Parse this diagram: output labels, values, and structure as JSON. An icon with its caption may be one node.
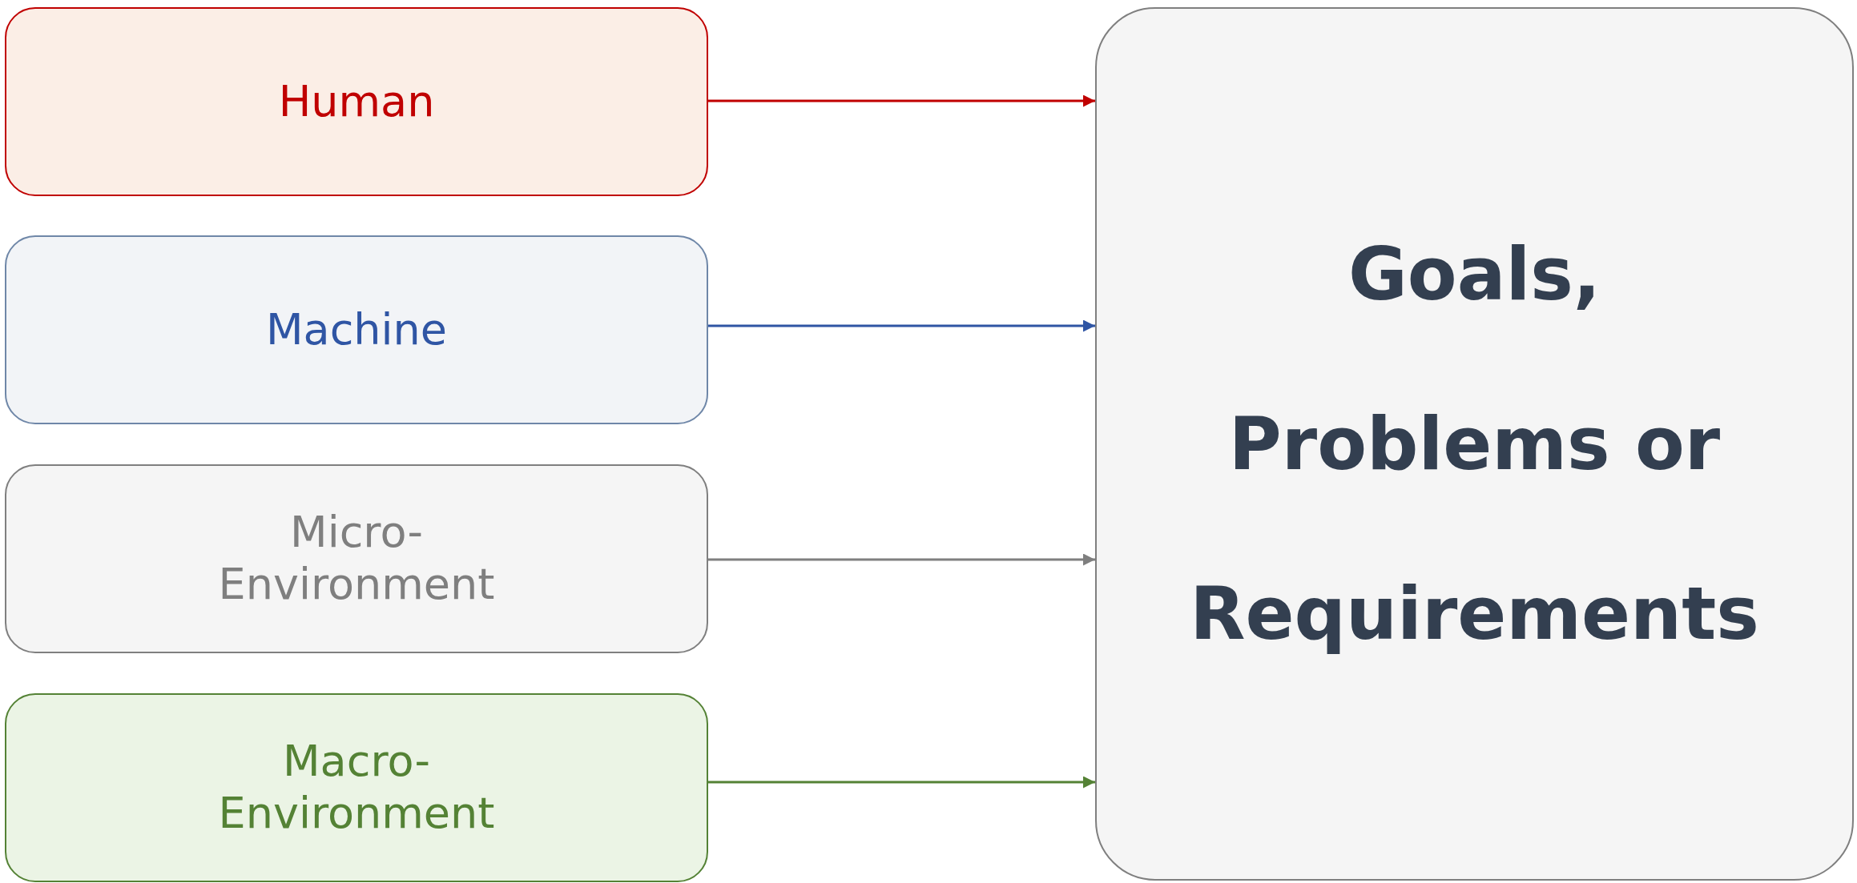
{
  "diagram": {
    "nodes": [
      {
        "text": [
          "Human"
        ]
      },
      {
        "text": [
          "Machine"
        ]
      },
      {
        "text": [
          "Micro- Environment"
        ]
      },
      {
        "text": [
          "Macro- Environment"
        ]
      },
      {
        "text": [
          "Goals, Problems or Requirements"
        ]
      }
    ],
    "edges": [
      {
        "from": 0,
        "to": 4,
        "arrow": "to",
        "color": "#c00000"
      },
      {
        "from": 1,
        "to": 4,
        "arrow": "to",
        "color": "#2f55a4"
      },
      {
        "from": 2,
        "to": 4,
        "arrow": "to",
        "color": "#7f7f7f"
      },
      {
        "from": 3,
        "to": 4,
        "arrow": "to",
        "color": "#548235"
      }
    ]
  }
}
